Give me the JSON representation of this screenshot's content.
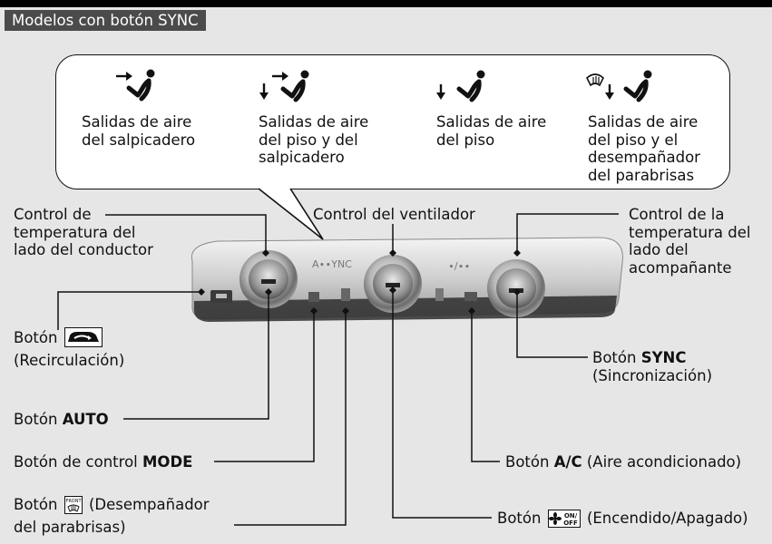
{
  "header": {
    "title": "Modelos con botón SYNC"
  },
  "modes": [
    {
      "icon": "face-vent-icon",
      "label": "Salidas de aire\ndel salpicadero"
    },
    {
      "icon": "floor-face-vent-icon",
      "label": "Salidas de aire\ndel piso y del\nsalpicadero"
    },
    {
      "icon": "floor-vent-icon",
      "label": "Salidas de aire\ndel piso"
    },
    {
      "icon": "floor-defrost-vent-icon",
      "label": "Salidas de aire\ndel piso y el\ndesempañador\ndel parabrisas"
    }
  ],
  "labels": {
    "driver_temp": "Control de\ntemperatura del\nlado del conductor",
    "fan": "Control del ventilador",
    "passenger_temp": "Control de la\ntemperatura del\nlado del\nacompañante",
    "recirc_prefix": "Botón",
    "recirc_suffix": "(Recirculación)",
    "sync_prefix": "Botón",
    "sync_bold": "SYNC",
    "sync_suffix": "(Sincronización)",
    "auto_prefix": "Botón",
    "auto_bold": "AUTO",
    "mode_prefix": "Botón de control",
    "mode_bold": "MODE",
    "ac_prefix": "Botón",
    "ac_bold": "A/C",
    "ac_suffix": "(Aire acondicionado)",
    "defrost_prefix": "Botón",
    "defrost_suffix_1": "(Desempañador",
    "defrost_suffix_2": "del parabrisas)",
    "onoff_prefix": "Botón",
    "onoff_suffix": "(Encendido/Apagado)"
  },
  "button_icons": {
    "recirc": "recirculation-icon",
    "defrost": "front-defrost-icon",
    "defrost_text": "FRONT",
    "onoff": "fan-on-off-icon",
    "onoff_on": "ON/",
    "onoff_off": "OFF"
  },
  "panel": {
    "text_left": "A∙∙YNC",
    "text_right": "∙/∙∙"
  }
}
